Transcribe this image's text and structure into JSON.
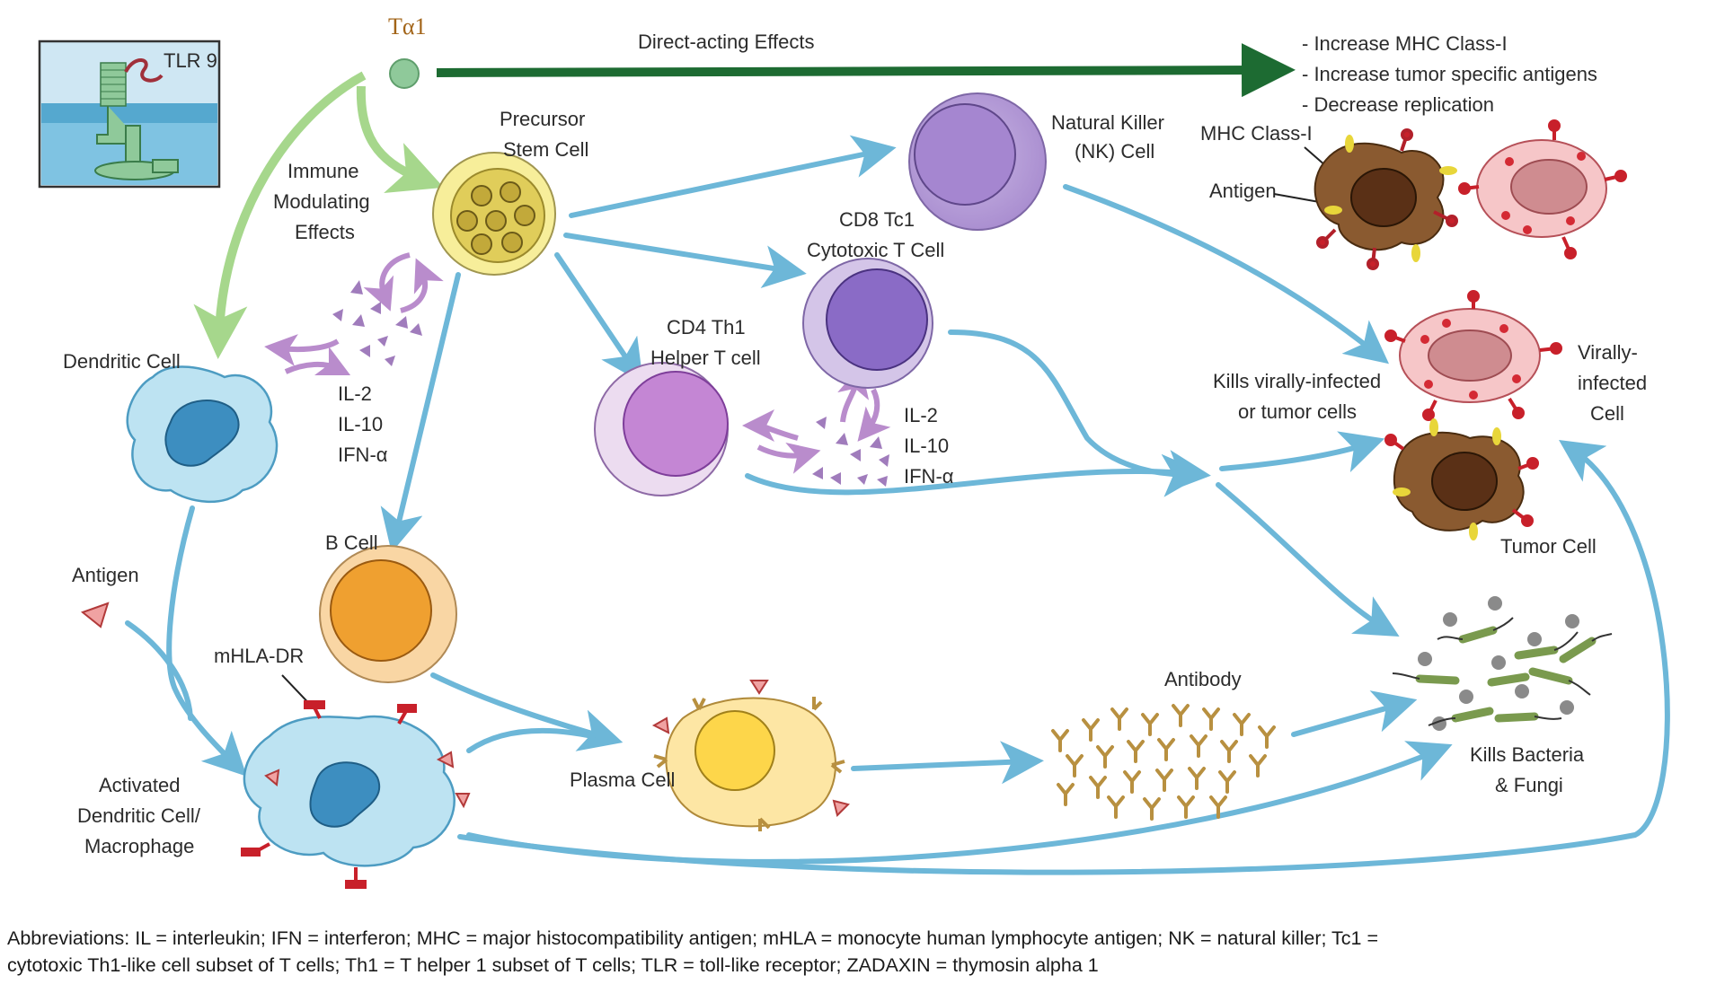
{
  "labels": {
    "ta1": "Tα1",
    "tlr9": "TLR 9",
    "direct_effects": "Direct-acting Effects",
    "effect_list": [
      "- Increase MHC Class-I",
      "- Increase tumor specific antigens",
      "- Decrease replication"
    ],
    "immune_modulating": [
      "Immune",
      "Modulating",
      "Effects"
    ],
    "precursor": [
      "Precursor",
      "Stem Cell"
    ],
    "nk_cell": [
      "Natural Killer",
      "(NK) Cell"
    ],
    "mhc_class": "MHC Class-I",
    "antigen_top": "Antigen",
    "cd8": [
      "CD8 Tc1",
      "Cytotoxic T Cell"
    ],
    "dendritic": "Dendritic Cell",
    "cytokines_left": [
      "IL-2",
      "IL-10",
      "IFN-α"
    ],
    "cd4": [
      "CD4 Th1",
      "Helper T cell"
    ],
    "cytokines_right": [
      "IL-2",
      "IL-10",
      "IFN-α"
    ],
    "kills_viral": [
      "Kills virally-infected",
      "or tumor cells"
    ],
    "virally_infected": [
      "Virally-",
      "infected",
      "Cell"
    ],
    "tumor_cell": "Tumor Cell",
    "antigen_left": "Antigen",
    "b_cell": "B Cell",
    "mhla": "mHLA-DR",
    "antibody": "Antibody",
    "plasma_cell": "Plasma Cell",
    "activated": [
      "Activated",
      "Dendritic Cell/",
      "Macrophage"
    ],
    "kills_bacteria": [
      "Kills Bacteria",
      "& Fungi"
    ]
  },
  "footer": {
    "line1": "Abbreviations: IL = interleukin; IFN = interferon; MHC = major histocompatibility antigen; mHLA = monocyte human lymphocyte antigen; NK = natural killer; Tc1 =",
    "line2": "cytotoxic Th1-like cell subset of T cells; Th1 = T helper 1 subset of T cells; TLR = toll-like receptor; ZADAXIN = thymosin alpha 1"
  },
  "colors": {
    "blue_arrow": "#6db7d8",
    "green_arrow": "#1d6b32",
    "light_green": "#a6d78c",
    "purple_arrow": "#b98ccc",
    "text": "#2b2b2b"
  }
}
